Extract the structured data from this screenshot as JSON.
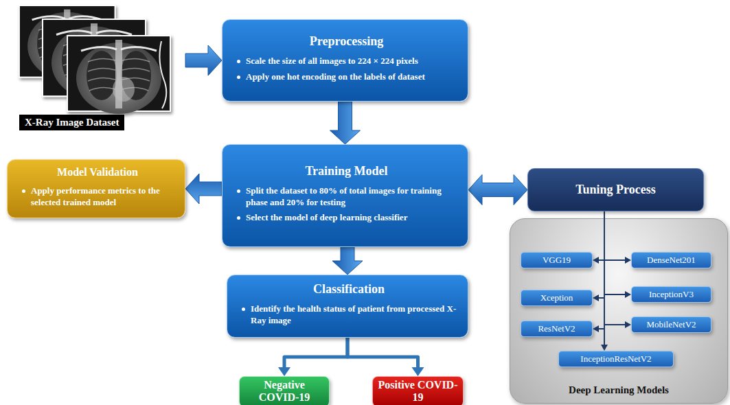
{
  "diagram": {
    "nodes": [
      {
        "text": [
          "X-Ray Image Dataset"
        ]
      },
      {
        "text": [
          "Preprocessing",
          "Scale the size of all images to 224 × 224 pixels",
          "Apply one hot encoding on the labels of dataset"
        ]
      },
      {
        "text": [
          "Model Validation",
          "Apply performance metrics to the selected trained model"
        ]
      },
      {
        "text": [
          "Training Model",
          "Split the dataset to 80% of total images for training phase and 20% for testing",
          "Select the model of deep learning classifier"
        ]
      },
      {
        "text": [
          "Tuning Process"
        ]
      },
      {
        "text": [
          "Classification",
          "Identify the health status of patient from processed X-Ray image"
        ]
      },
      {
        "text": [
          "Negative COVID-19"
        ]
      },
      {
        "text": [
          "Positive COVID-19"
        ]
      },
      {
        "text": [
          "Deep Learning Models"
        ]
      },
      {
        "text": [
          "DenseNet201"
        ],
        "in": 8
      },
      {
        "text": [
          "VGG19"
        ],
        "in": 8
      },
      {
        "text": [
          "InceptionV3"
        ],
        "in": 8
      },
      {
        "text": [
          "Xception"
        ],
        "in": 8
      },
      {
        "text": [
          "MobileNetV2"
        ],
        "in": 8
      },
      {
        "text": [
          "ResNetV2"
        ],
        "in": 8
      },
      {
        "text": [
          "InceptionResNetV2"
        ],
        "in": 8
      }
    ],
    "edges": [
      {
        "from": 0,
        "to": 1,
        "arrow": "to"
      },
      {
        "from": 1,
        "to": 3,
        "arrow": "to"
      },
      {
        "from": 3,
        "to": 2,
        "arrow": "to"
      },
      {
        "from": 3,
        "to": 4,
        "arrow": "both"
      },
      {
        "from": 3,
        "to": 5,
        "arrow": "to"
      },
      {
        "from": 5,
        "to": 6,
        "arrow": "to"
      },
      {
        "from": 5,
        "to": 7,
        "arrow": "to"
      },
      {
        "from": 4,
        "to": 9,
        "arrow": "to"
      },
      {
        "from": 4,
        "to": 10,
        "arrow": "to"
      },
      {
        "from": 4,
        "to": 11,
        "arrow": "to"
      },
      {
        "from": 4,
        "to": 12,
        "arrow": "to"
      },
      {
        "from": 4,
        "to": 13,
        "arrow": "to"
      },
      {
        "from": 4,
        "to": 14,
        "arrow": "to"
      },
      {
        "from": 4,
        "to": 15,
        "arrow": "to"
      }
    ]
  }
}
